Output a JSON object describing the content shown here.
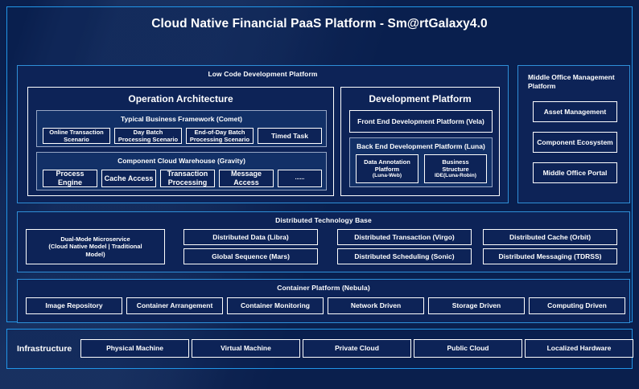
{
  "header": {
    "title": "Cloud Native Financial PaaS Platform - Sm@rtGalaxy4.0"
  },
  "colors": {
    "background": "#0a1f4d",
    "frame_border": "#2196e8",
    "panel_border": "#2f8fd8",
    "chip_border": "#ffffff",
    "group_border": "#97a6c4",
    "panel_fill": "#0d2357",
    "group_fill": "#123067",
    "text": "#ffffff"
  },
  "low_code": {
    "title": "Low Code Development Platform",
    "operation_architecture": {
      "title": "Operation Architecture",
      "groups": [
        {
          "title": "Typical Business Framework (Comet)",
          "items": [
            "Online Transaction Scenario",
            "Day Batch Processing Scenario",
            "End-of-Day Batch Processing Scenario",
            "Timed Task"
          ]
        },
        {
          "title": "Component Cloud Warehouse (Gravity)",
          "items": [
            "Process Engine",
            "Cache Access",
            "Transaction Processing",
            "Message Access",
            "......"
          ]
        }
      ]
    },
    "development_platform": {
      "title": "Development Platform",
      "front_end": "Front End Development Platform (Vela)",
      "back_end": {
        "title": "Back End Development Platform (Luna)",
        "items": [
          {
            "line1": "Data Annotation",
            "line2": "Platform",
            "line3": "(Luna-Web)"
          },
          {
            "line1": "Business",
            "line2": "Structure",
            "line3": "IDE(Luna-Robin)"
          }
        ]
      }
    }
  },
  "middle_office": {
    "title": "Middle Office Management Platform",
    "items": [
      "Asset Management",
      "Component Ecosystem",
      "Middle Office Portal"
    ]
  },
  "distributed_technology_base": {
    "title": "Distributed Technology Base",
    "dual_mode": {
      "line1": "Dual-Mode Microservice",
      "line2": "(Cloud Native Model | Traditional",
      "line3": "Model)"
    },
    "items": [
      "Distributed Data (Libra)",
      "Distributed Transaction (Virgo)",
      "Distributed Cache (Orbit)",
      "Global Sequence (Mars)",
      "Distributed Scheduling (Sonic)",
      "Distributed Messaging (TDRSS)"
    ]
  },
  "container_platform": {
    "title": "Container Platform (Nebula)",
    "items": [
      "Image Repository",
      "Container Arrangement",
      "Container Monitoring",
      "Network Driven",
      "Storage Driven",
      "Computing Driven"
    ]
  },
  "infrastructure": {
    "label": "Infrastructure",
    "items": [
      "Physical Machine",
      "Virtual Machine",
      "Private Cloud",
      "Public Cloud",
      "Localized Hardware"
    ]
  }
}
